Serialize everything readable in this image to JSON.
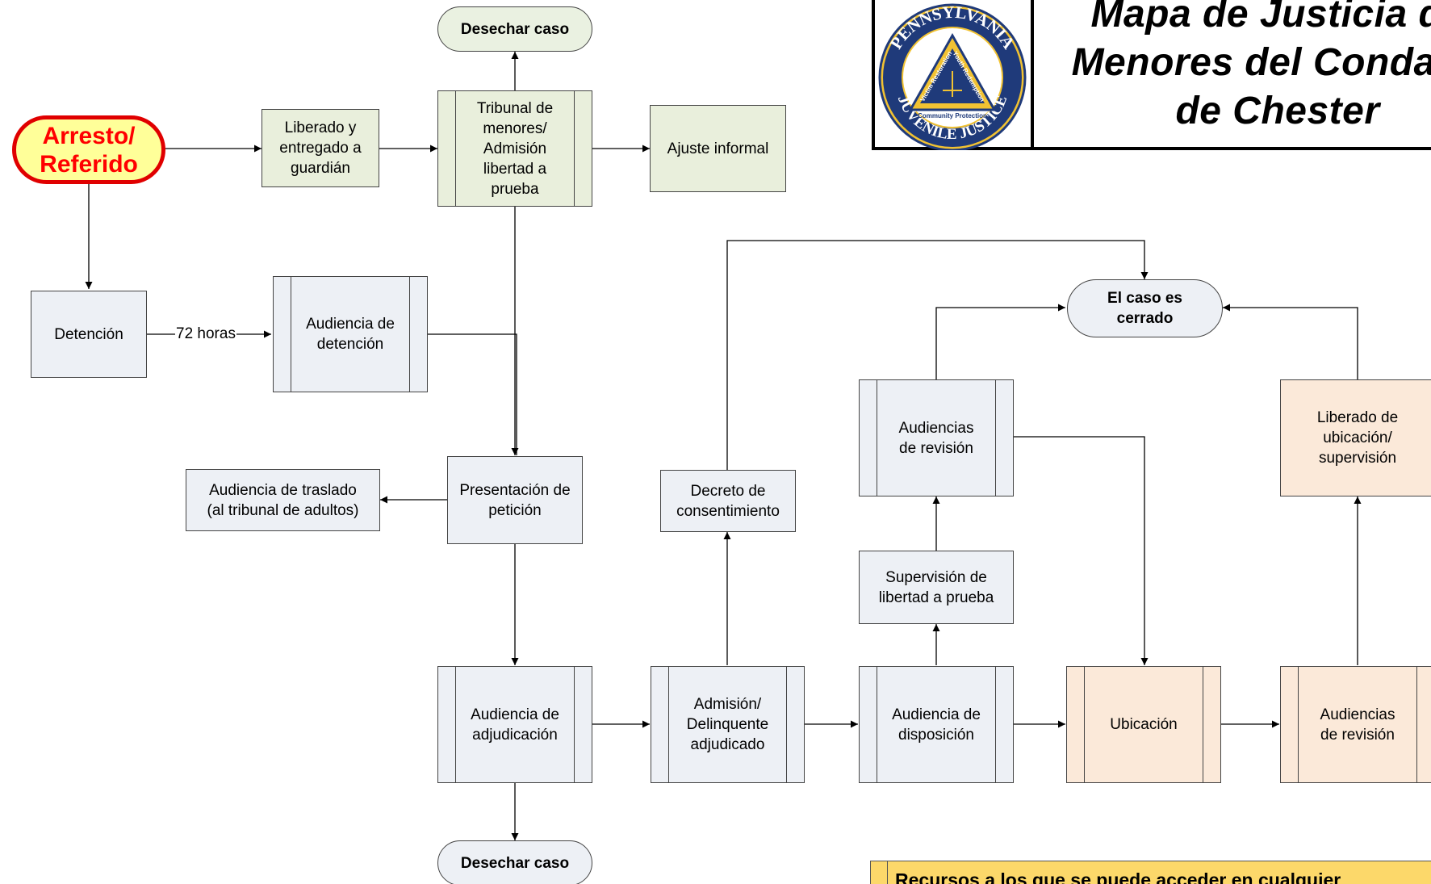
{
  "title": "Mapa de Justicia de\nMenores del Condado\nde Chester",
  "seal": {
    "top": "PENNSYLVANIA",
    "bottom": "JUVENILE JUSTICE",
    "left": "Victim Restoration",
    "right": "Youth Redemption",
    "center": "Community Protection"
  },
  "nodes": {
    "arresto": "Arresto/\nReferido",
    "liberado_guardian": "Liberado y\nentregado a\nguardián",
    "tribunal": "Tribunal  de\nmenores/\nAdmisión\nlibertad a\nprueba",
    "ajuste": "Ajuste informal",
    "desechar_top": "Desechar caso",
    "detencion": "Detención",
    "audiencia_detencion": "Audiencia de\ndetención",
    "presentacion": "Presentación de\npetición",
    "traslado": "Audiencia de traslado\n(al tribunal  de adultos)",
    "adjudicacion": "Audiencia de\nadjudicación",
    "desechar_bottom": "Desechar caso",
    "admision": "Admisión/\nDelinquente\nadjudicado",
    "decreto": "Decreto de\nconsentimiento",
    "disposicion": "Audiencia de\ndisposición",
    "supervision": "Supervisión de\nlibertad a prueba",
    "revision_mid": "Audiencias\nde revisión",
    "cerrado": "El caso es\ncerrado",
    "ubicacion": "Ubicación",
    "revision_right": "Audiencias\nde revisión",
    "liberado_ubicacion": "Liberado de\nubicación/\nsupervisión"
  },
  "edge_labels": {
    "horas": "72 horas"
  },
  "resources": "Recursos a los que se puede acceder en cualquier",
  "colors": {
    "start_fill": "#ffff99",
    "start_text": "#ff0000",
    "green_fill": "#e9efdc",
    "blue_fill": "#edf0f5",
    "peach_fill": "#fbe9d9",
    "resources_fill": "#fcd86a"
  }
}
